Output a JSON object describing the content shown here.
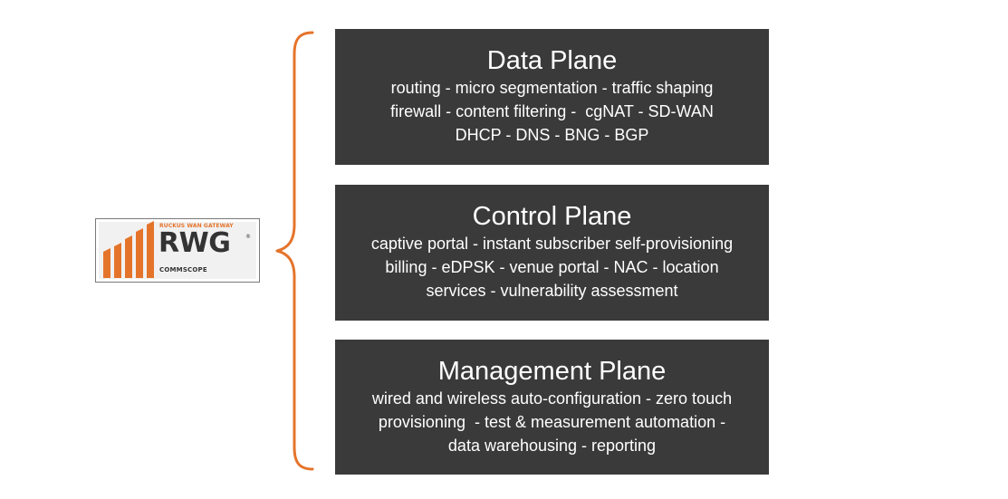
{
  "logo": {
    "tagline": "RUCKUS WAN GATEWAY",
    "wordmark": "RWG",
    "registered": "®",
    "company": "COMMSCOPE",
    "colors": {
      "accent": "#e5742b",
      "text": "#333333"
    }
  },
  "brace": {
    "color": "#e5742b"
  },
  "planes": [
    {
      "title": "Data Plane",
      "lines": [
        "routing - micro segmentation - traffic shaping",
        "firewall - content filtering -  cgNAT - SD-WAN",
        "DHCP - DNS - BNG - BGP"
      ]
    },
    {
      "title": "Control Plane",
      "lines": [
        "captive portal - instant subscriber self-provisioning",
        "billing - eDPSK - venue portal - NAC - location",
        "services - vulnerability assessment"
      ]
    },
    {
      "title": "Management Plane",
      "lines": [
        "wired and wireless auto-configuration - zero touch",
        "provisioning  - test & measurement automation -",
        "data warehousing - reporting"
      ]
    }
  ],
  "colors": {
    "box_background": "#3a3a3a",
    "box_text": "#ffffff"
  }
}
